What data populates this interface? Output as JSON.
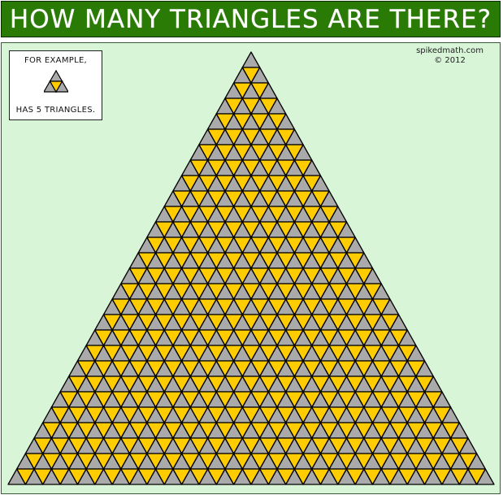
{
  "title": "HOW MANY TRIANGLES ARE THERE?",
  "credit": {
    "site": "spikedmath.com",
    "year": "© 2012"
  },
  "example": {
    "top_text": "FOR EXAMPLE,",
    "bottom_text": "HAS 5 TRIANGLES."
  },
  "figure": {
    "rows": 28,
    "up_color": "#aaaaaa",
    "down_color": "#ffcc00",
    "stroke_color": "#000000"
  },
  "colors": {
    "title_bg": "#2a7a06",
    "panel_bg": "#d8f5d8"
  }
}
